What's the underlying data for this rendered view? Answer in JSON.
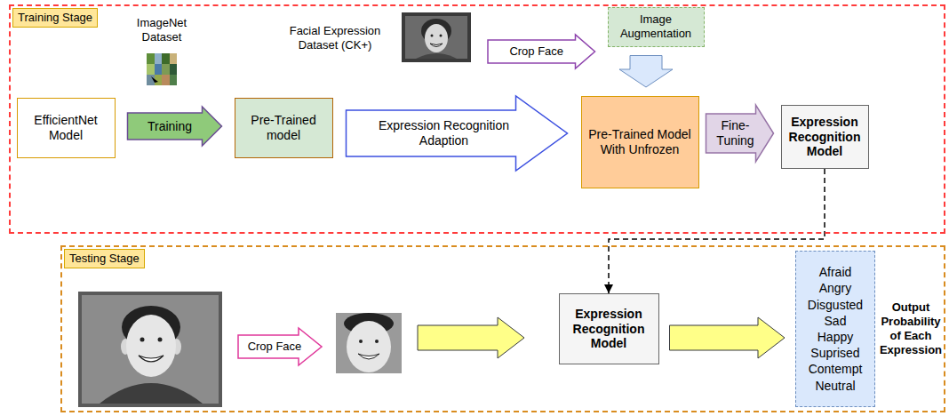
{
  "diagram": {
    "nodes": [
      {
        "text": [
          "Training Stage"
        ]
      },
      {
        "text": [
          "ImageNet Dataset"
        ],
        "in": 0
      },
      {
        "text": [
          "Facial Expression Dataset (CK+)"
        ],
        "in": 0
      },
      {
        "text": [
          "Image Augmentation"
        ],
        "in": 0
      },
      {
        "text": [
          "EfficientNet Model"
        ],
        "in": 0
      },
      {
        "text": [
          "Pre-Trained model"
        ],
        "in": 0
      },
      {
        "text": [
          "Pre-Trained Model With Unfrozen"
        ],
        "in": 0
      },
      {
        "text": [
          "Expression Recognition Model"
        ],
        "in": 0
      },
      {
        "text": [
          "Testing Stage"
        ]
      },
      {
        "text": [
          "Expression Recognition Model"
        ],
        "in": 8
      },
      {
        "text": [
          "Afraid",
          "Angry",
          "Disgusted",
          "Sad",
          "Happy",
          "Suprised",
          "Contempt",
          "Neutral"
        ],
        "in": 8
      }
    ],
    "edges": [
      {
        "from": 4,
        "to": 5,
        "arrow": "to",
        "label": "Training"
      },
      {
        "from": 5,
        "to": 6,
        "arrow": "to",
        "label": "Expression Recognition Adaption"
      },
      {
        "from": 2,
        "to": 3,
        "arrow": "to",
        "label": "Crop Face"
      },
      {
        "from": 3,
        "to": 6,
        "arrow": "to"
      },
      {
        "from": 6,
        "to": 7,
        "arrow": "to",
        "label": "Fine-Tuning"
      },
      {
        "from": 7,
        "to": 9,
        "arrow": "to"
      },
      {
        "from": 9,
        "to": 10,
        "arrow": "to"
      }
    ],
    "labels": [
      "Crop Face",
      "Output Probability of Each Expression"
    ]
  }
}
